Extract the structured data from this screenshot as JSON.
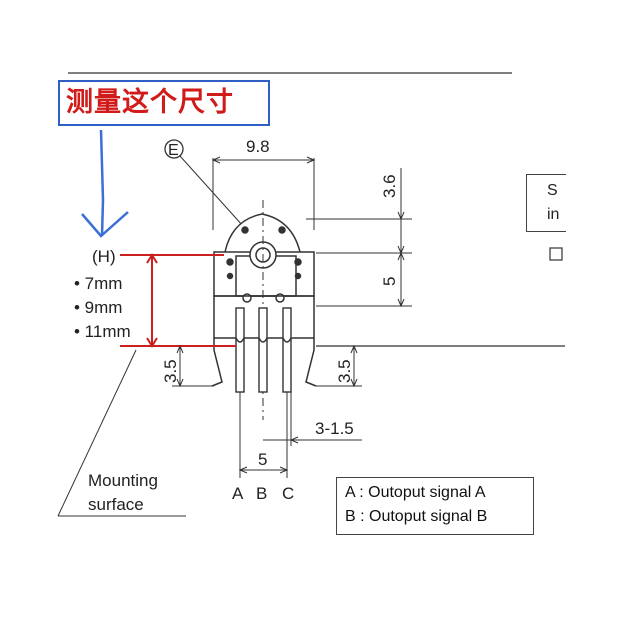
{
  "annotation": {
    "text": "测量这个尺寸",
    "box_color": "#2e5fc4",
    "text_color": "#d11a1a"
  },
  "labels": {
    "circled_e": "E",
    "top_width": "9.8",
    "dim_3_6": "3.6",
    "dim_5_vertical": "5",
    "dim_3_5_left": "3.5",
    "dim_3_5_right": "3.5",
    "dim_3_1_5": "3-1.5",
    "dim_5_bottom": "5",
    "h_label": "(H)",
    "h_options": [
      "• 7mm",
      "• 9mm",
      "• 11mm"
    ],
    "mounting_line1": "Mounting",
    "mounting_line2": "surface",
    "pins": [
      "A",
      "B",
      "C"
    ]
  },
  "legend": {
    "line_a": "A : Outoput signal A",
    "line_b": "B : Outoput signal B"
  },
  "side_box": {
    "line1": "S",
    "line2": "in"
  },
  "colors": {
    "dimension_red": "#cc1f1f",
    "arrow_blue": "#3a6fd6",
    "drawing": "#333333"
  }
}
